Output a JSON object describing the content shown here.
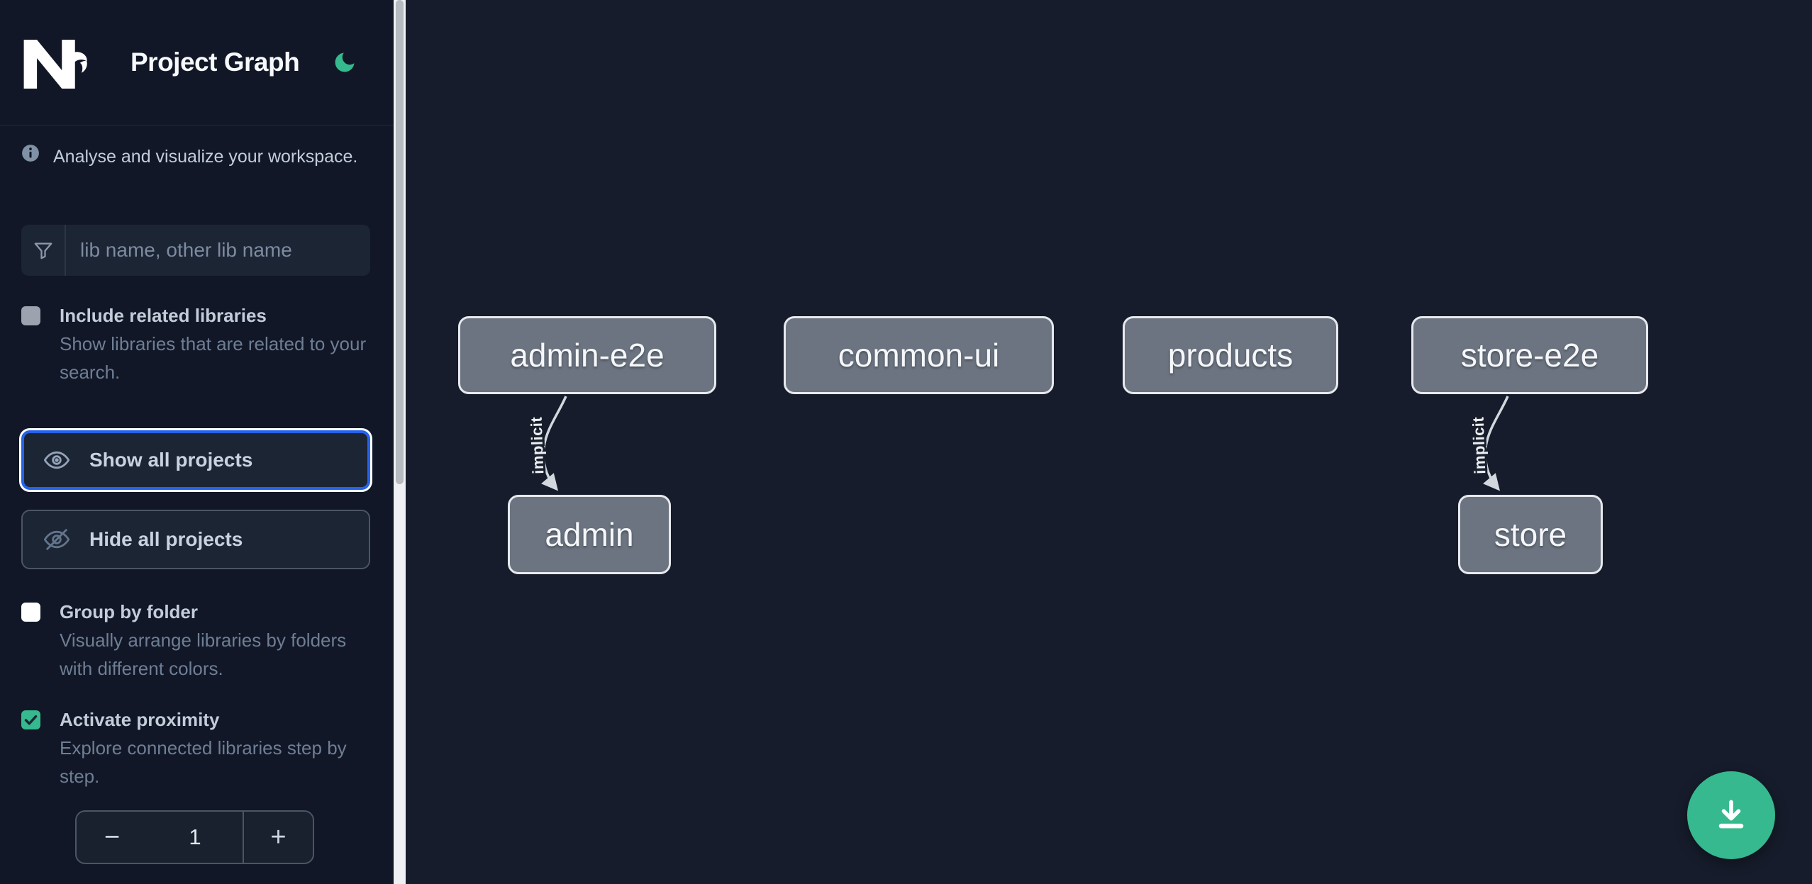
{
  "header": {
    "title": "Project Graph",
    "logo": "nx-logo",
    "theme_icon": "moon-icon"
  },
  "sidebar": {
    "info_text": "Analyse and visualize your workspace.",
    "search": {
      "placeholder": "lib name, other lib name",
      "icon": "filter-funnel-icon",
      "value": ""
    },
    "include_related": {
      "label": "Include related libraries",
      "description": "Show libraries that are related to your search.",
      "checked": false,
      "disabled": true
    },
    "show_all": {
      "label": "Show all projects",
      "icon": "eye-icon",
      "focused": true
    },
    "hide_all": {
      "label": "Hide all projects",
      "icon": "eye-slash-icon"
    },
    "group_by_folder": {
      "label": "Group by folder",
      "description": "Visually arrange libraries by folders with different colors.",
      "checked": false
    },
    "activate_proximity": {
      "label": "Activate proximity",
      "description": "Explore connected libraries step by step.",
      "checked": true
    },
    "stepper": {
      "decrement": "−",
      "value": "1",
      "increment": "+"
    }
  },
  "graph": {
    "nodes": [
      {
        "label": "admin-e2e"
      },
      {
        "label": "common-ui"
      },
      {
        "label": "products"
      },
      {
        "label": "store-e2e"
      },
      {
        "label": "admin"
      },
      {
        "label": "store"
      }
    ],
    "edges": [
      {
        "source": "admin-e2e",
        "target": "admin",
        "label": "implicit"
      },
      {
        "source": "store-e2e",
        "target": "store",
        "label": "implicit"
      }
    ]
  },
  "fab": {
    "icon": "download-icon"
  },
  "colors": {
    "sidebar_bg": "#111726",
    "canvas_bg": "#161c2b",
    "accent_green": "#36b98e",
    "focus_blue": "#2563eb",
    "node_fill": "#6b7480",
    "node_border": "#e7e9ed",
    "edge_color": "#d3d8de",
    "text_primary": "#c6d0de",
    "text_secondary": "#6e7e95"
  }
}
